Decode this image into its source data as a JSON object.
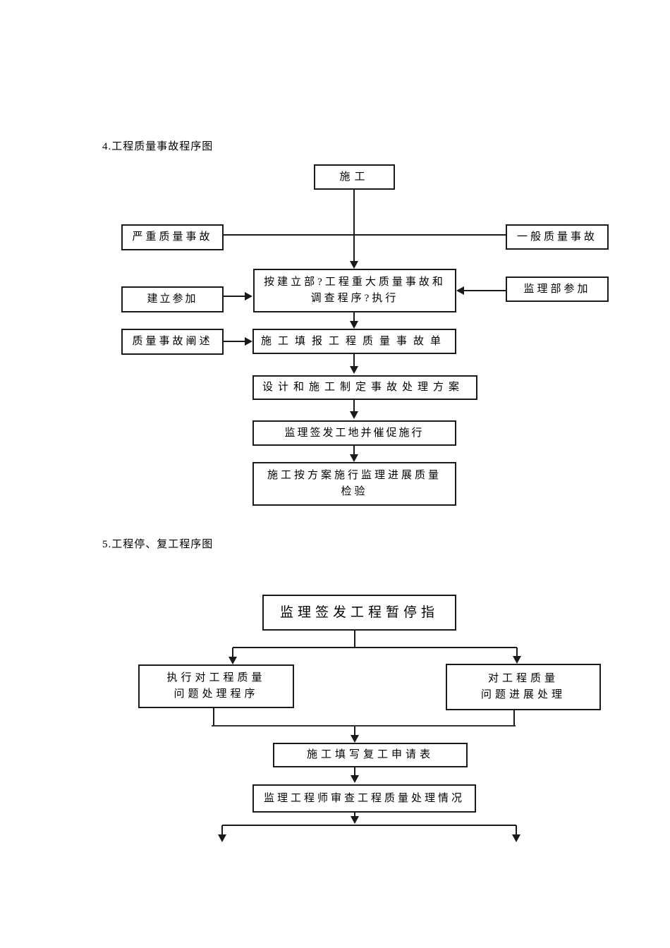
{
  "section4": {
    "heading": "4.工程质量事故程序图",
    "nodes": {
      "construction": "施工",
      "severe": "严重质量事故",
      "general": "一般质量事故",
      "procedure": {
        "line1": "按建立部?工程重大质量事故和",
        "line2": "调查程序?执行"
      },
      "establish_join": "建立参加",
      "supervision_join": "监理部参加",
      "statement": "质量事故阐述",
      "fill_form": "施工填报工程质量事故单",
      "make_plan": "设计和施工制定事故处理方案",
      "sign_urge": "监理签发工地并催促施行",
      "inspect": {
        "line1": "施工按方案施行监理进展质量",
        "line2": "检验"
      }
    }
  },
  "section5": {
    "heading": "5.工程停、复工程序图",
    "nodes": {
      "suspend": "监理签发工程暂停指",
      "execute": {
        "line1": "执行对工程质量",
        "line2": "问题处理程序"
      },
      "progress": {
        "line1": "对工程质量",
        "line2": "问题进展处理"
      },
      "resume": "施工填写复工申请表",
      "review": "监理工程师审查工程质量处理情况"
    }
  },
  "colors": {
    "line": "#1a1a1a",
    "background": "#ffffff"
  }
}
